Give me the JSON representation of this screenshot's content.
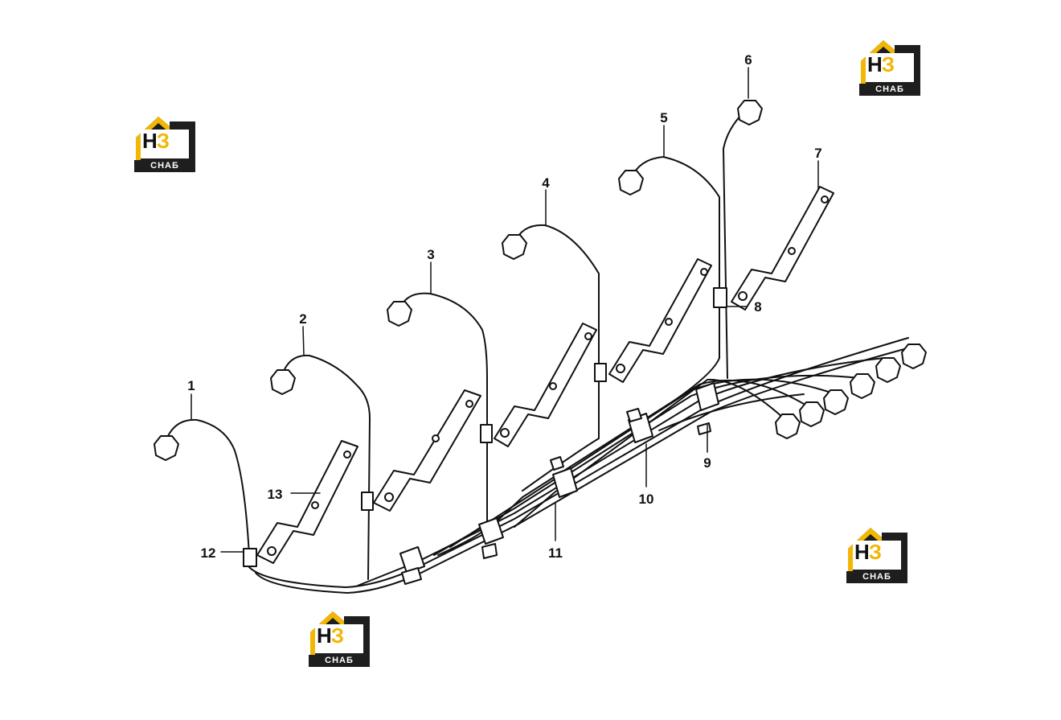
{
  "brand": {
    "mark_h": "Н",
    "mark_3": "З",
    "band": "СНАБ",
    "accent_color": "#f2b705",
    "dark_color": "#1e1e1e"
  },
  "callouts": [
    "1",
    "2",
    "3",
    "4",
    "5",
    "6",
    "7",
    "8",
    "9",
    "10",
    "11",
    "12",
    "13"
  ]
}
